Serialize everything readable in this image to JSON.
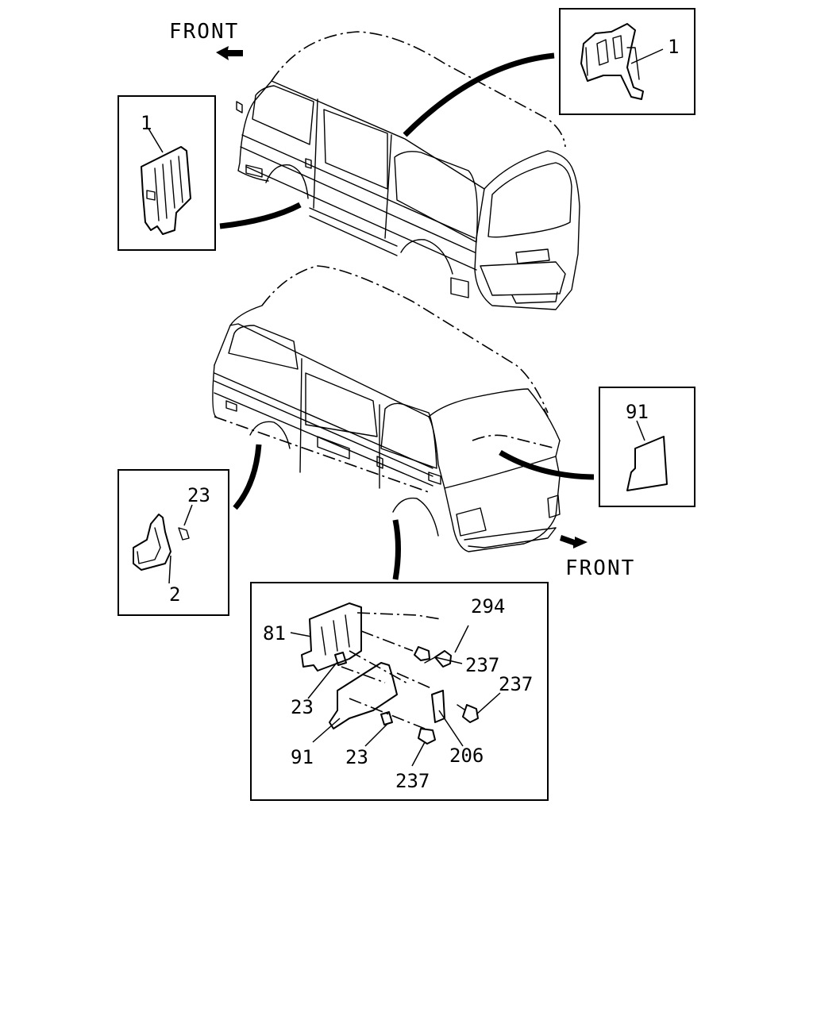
{
  "labels": {
    "front_top": "FRONT",
    "front_bottom": "FRONT",
    "callout_1_right": "1",
    "callout_1_left": "1",
    "callout_91_right": "91",
    "callout_23_left": "23",
    "callout_2": "2",
    "callout_294": "294",
    "callout_81": "81",
    "callout_237_a": "237",
    "callout_237_b": "237",
    "callout_23_a": "23",
    "callout_23_b": "23",
    "callout_91_detail": "91",
    "callout_206": "206",
    "callout_237_c": "237"
  }
}
